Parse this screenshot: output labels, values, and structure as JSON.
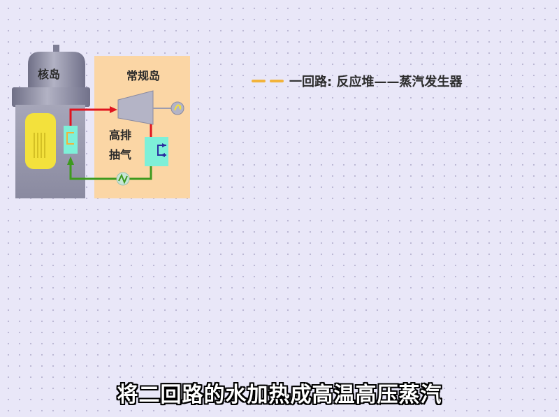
{
  "diagram": {
    "nuclear_island_label": "核岛",
    "conventional_island_label": "常规岛",
    "extraction_label_line1": "高排",
    "extraction_label_line2": "抽气"
  },
  "legend": {
    "primary_loop_text": "一回路: 反应堆——蒸汽发生器",
    "primary_loop_color": "#f2b33a"
  },
  "subtitle": {
    "text": "将二回路的水加热成高温高压蒸汽"
  },
  "colors": {
    "steam_line": "#e0141e",
    "feedwater_line": "#3d9a1e",
    "reactor_core": "#f3e13c",
    "steam_generator": "#7ef0d8",
    "conventional_island_bg": "#fbd6a5",
    "containment": "#8f8fa6"
  }
}
